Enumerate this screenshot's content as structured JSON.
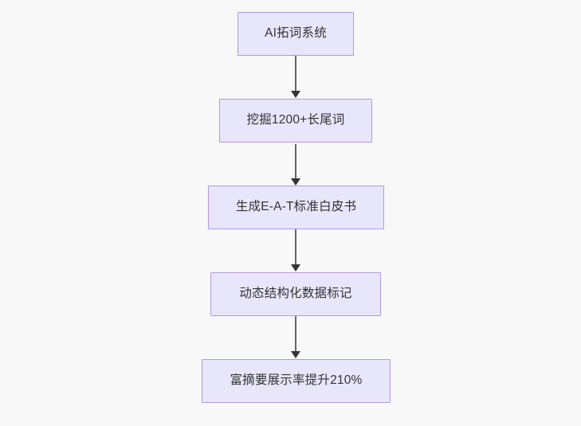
{
  "diagram": {
    "type": "flowchart",
    "direction": "top-to-bottom",
    "background_color": "#f8f8f8",
    "node_fill_color": "#e8e6fb",
    "node_border_color": "#b29ae0",
    "node_text_color": "#333333",
    "edge_color": "#666666",
    "arrowhead_color": "#333333",
    "nodes": [
      {
        "id": "n1",
        "label": "AI拓词系统"
      },
      {
        "id": "n2",
        "label": "挖掘1200+长尾词"
      },
      {
        "id": "n3",
        "label": "生成E-A-T标准白皮书"
      },
      {
        "id": "n4",
        "label": "动态结构化数据标记"
      },
      {
        "id": "n5",
        "label": "富摘要展示率提升210%"
      }
    ],
    "edges": [
      {
        "from": "n1",
        "to": "n2",
        "label": ""
      },
      {
        "from": "n2",
        "to": "n3",
        "label": ""
      },
      {
        "from": "n3",
        "to": "n4",
        "label": ""
      },
      {
        "from": "n4",
        "to": "n5",
        "label": ""
      }
    ]
  }
}
